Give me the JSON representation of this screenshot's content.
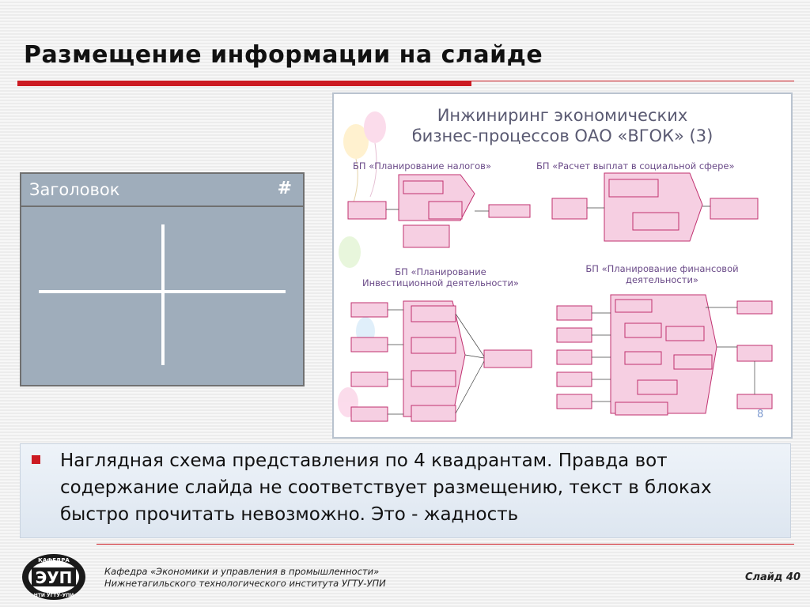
{
  "slide": {
    "title": "Размещение информации на слайде",
    "layout_header": "Заголовок",
    "layout_hash": "#",
    "bullet_text": "Наглядная схема представления по 4 квадрантам. Правда вот содержание слайда не соответствует размещению, текст в блоках быстро прочитать невозможно. Это - жадность"
  },
  "preview": {
    "title_line1": "Инжиниринг экономических",
    "title_line2": "бизнес-процессов ОАО «ВГОК» (3)",
    "q1_title": "БП «Планирование налогов»",
    "q2_title": "БП «Расчет выплат в социальной сфере»",
    "q3_title_line1": "БП «Планирование",
    "q3_title_line2": "Инвестиционной деятельности»",
    "q4_title_line1": "БП «Планирование финансовой",
    "q4_title_line2": "деятельности»",
    "page_number": "8"
  },
  "footer": {
    "line1": "Кафедра «Экономики и управления в промышленности»",
    "line2": "Нижнетагильского технологического института УГТУ-УПИ",
    "slide_number": "Слайд 40",
    "logo_text": "ЭУП",
    "logo_top": "КАФЕДРА",
    "logo_bottom": "НТИ УГТУ-УПИ"
  },
  "colors": {
    "accent_red": "#cc1a22",
    "layout_fill": "#9fadbb",
    "diagram_pink": "#f6cfe2",
    "diagram_border": "#c0306f"
  }
}
